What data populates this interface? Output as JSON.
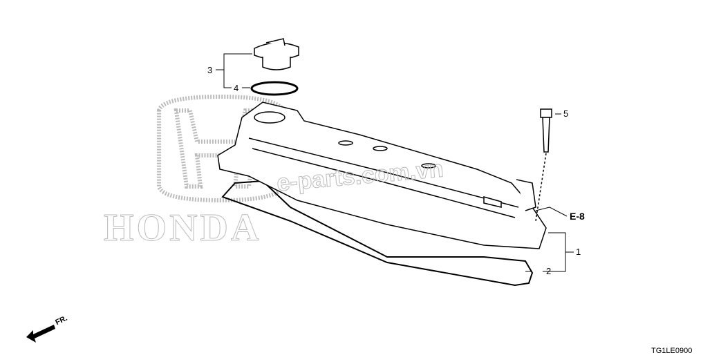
{
  "diagram": {
    "callouts": [
      "1",
      "2",
      "3",
      "4",
      "5"
    ],
    "reference": "E-8",
    "front_marker": "FR.",
    "code": "TG1LE0900",
    "logo_text": "HONDA",
    "watermark": "e-parts.com.vn"
  }
}
